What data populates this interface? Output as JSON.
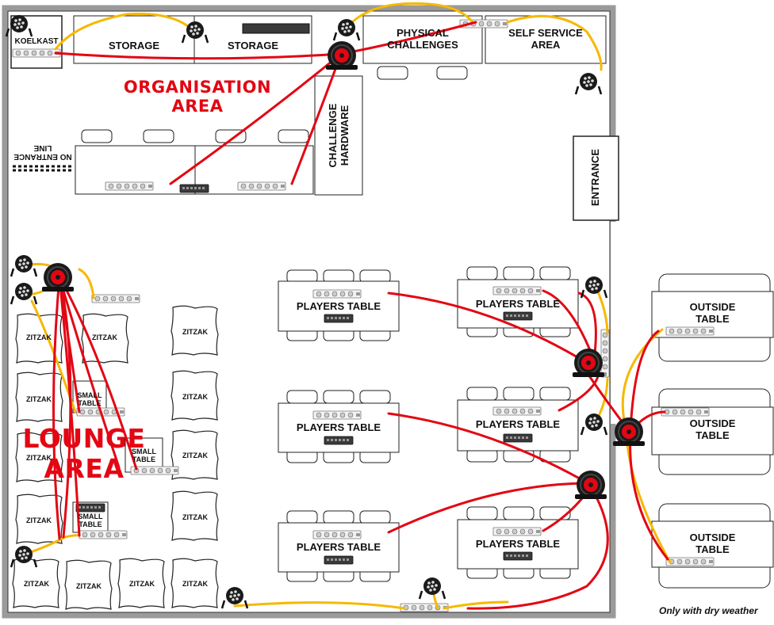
{
  "areas": {
    "organisation": "ORGANISATION\nAREA",
    "lounge": "LOUNGE\nAREA"
  },
  "rooms": {
    "koelkast": "KOELKAST",
    "storage_1": "STORAGE",
    "storage_2": "STORAGE",
    "physical_challenges": "PHYSICAL\nCHALLENGES",
    "self_service": "SELF SERVICE\nAREA",
    "challenge_hardware": "CHALLENGE\nHARDWARE",
    "entrance": "ENTRANCE",
    "no_entrance_line": "NO ENTRANCE\nLINE"
  },
  "players_tables": [
    "PLAYERS TABLE",
    "PLAYERS TABLE",
    "PLAYERS TABLE",
    "PLAYERS TABLE",
    "PLAYERS TABLE",
    "PLAYERS TABLE"
  ],
  "outside_tables": [
    "OUTSIDE\nTABLE",
    "OUTSIDE\nTABLE",
    "OUTSIDE\nTABLE"
  ],
  "small_tables": [
    "SMALL\nTABLE",
    "SMALL\nTABLE",
    "SMALL\nTABLE"
  ],
  "zitzak_label": "ZITZAK",
  "footnote": "Only with dry weather",
  "colors": {
    "power_cable": "#e30613",
    "light_cable": "#f6b800",
    "wall": "#9a9a9a",
    "reel_red": "#e30613",
    "reel_dark": "#1a1a1a"
  }
}
